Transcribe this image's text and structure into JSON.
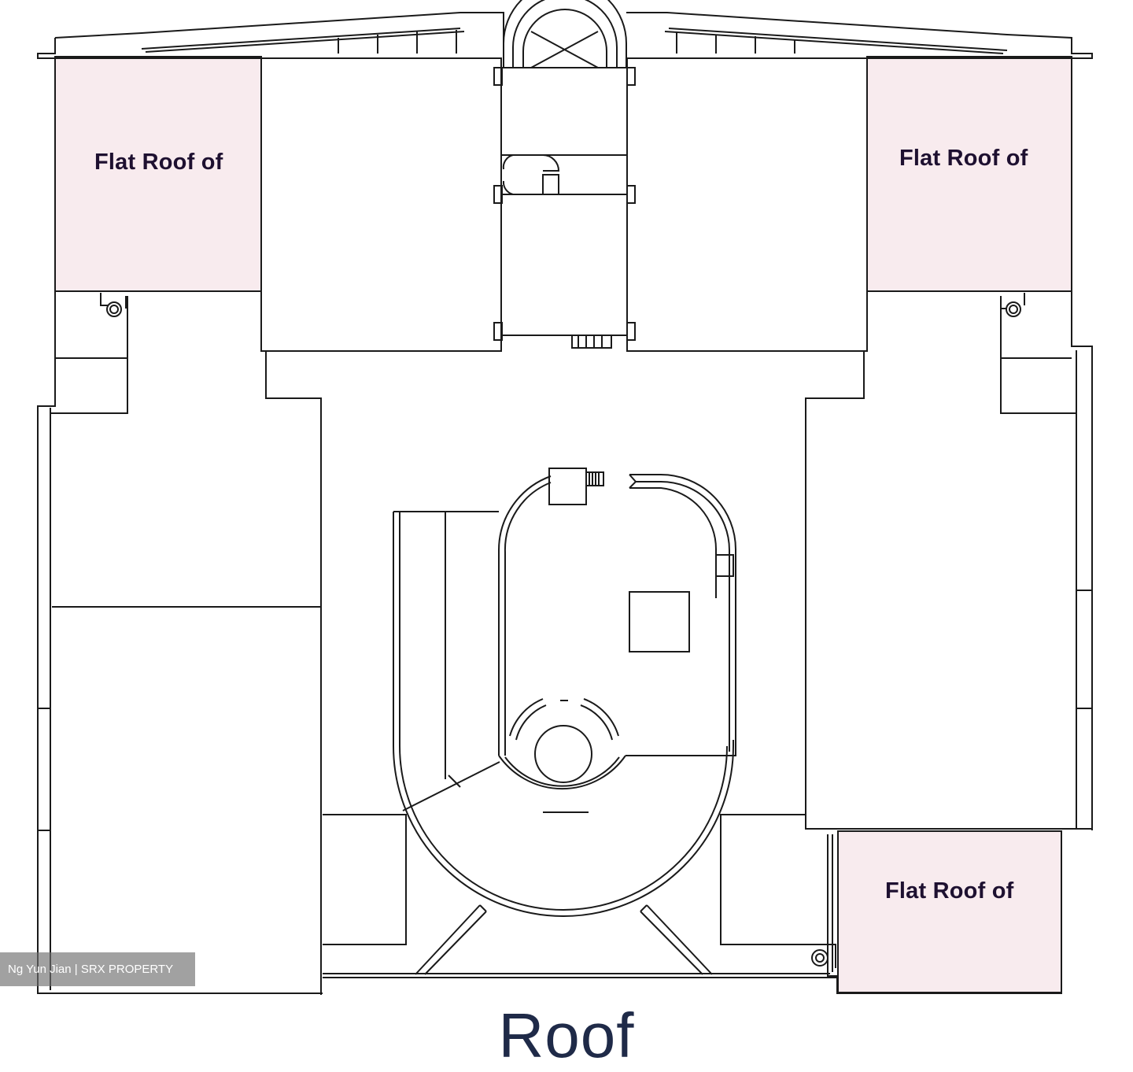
{
  "labels": {
    "flat_roof_nw": "Flat Roof of",
    "flat_roof_ne": "Flat Roof of",
    "flat_roof_se": "Flat Roof of"
  },
  "caption": "Roof",
  "watermark": "Ng Yun Jian | SRX PROPERTY",
  "colors": {
    "line": "#1a1a1a",
    "flat_roof_fill": "#f8ebee",
    "label_text": "#1e1030",
    "caption_text": "#1f2a48"
  }
}
